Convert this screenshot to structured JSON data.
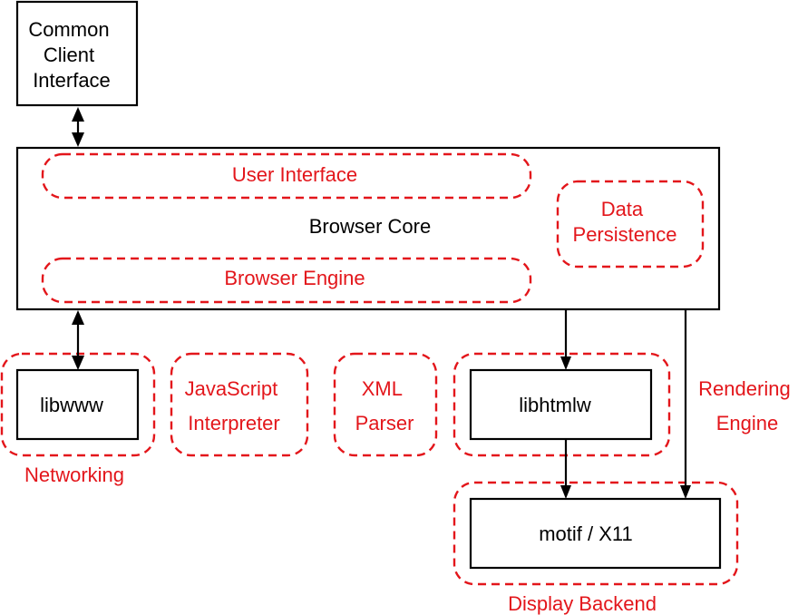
{
  "colors": {
    "component_outline": "#000000",
    "grouping_outline": "#e3161b",
    "grouping_text": "#e3161b"
  },
  "components": {
    "common_client_interface": [
      "Common",
      "Client",
      "Interface"
    ],
    "browser_core": "Browser Core",
    "libwww": "libwww",
    "libhtmlw": "libhtmlw",
    "motif_x11": "motif / X11"
  },
  "groupings": {
    "user_interface": "User Interface",
    "browser_engine": "Browser Engine",
    "data_persistence": [
      "Data",
      "Persistence"
    ],
    "networking": "Networking",
    "javascript_interpreter": [
      "JavaScript",
      "Interpreter"
    ],
    "xml_parser": [
      "XML",
      "Parser"
    ],
    "rendering_engine": [
      "Rendering",
      "Engine"
    ],
    "display_backend": "Display Backend"
  }
}
